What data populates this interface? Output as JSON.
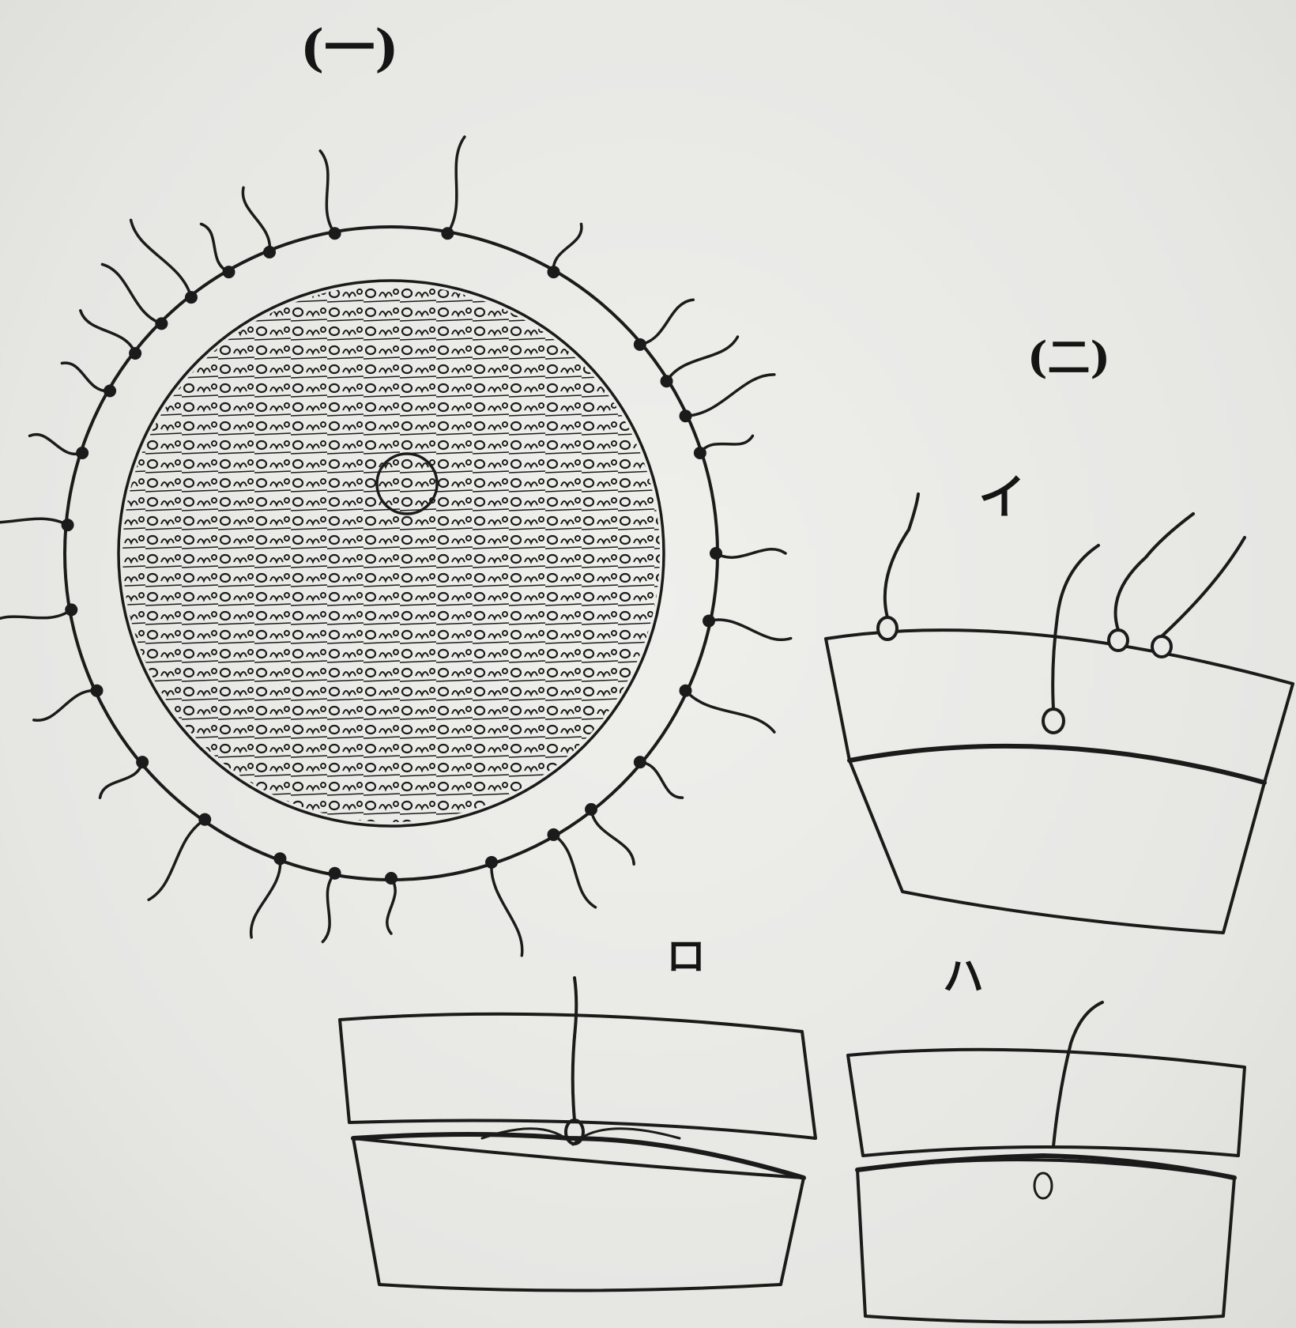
{
  "figure": {
    "label_one": "(一)",
    "label_two": "(二)",
    "panel_i": "イ",
    "panel_ro": "ロ",
    "panel_ha": "ハ"
  },
  "colors": {
    "ink": "#1b1b1b",
    "paper": "#e9e9e6"
  }
}
